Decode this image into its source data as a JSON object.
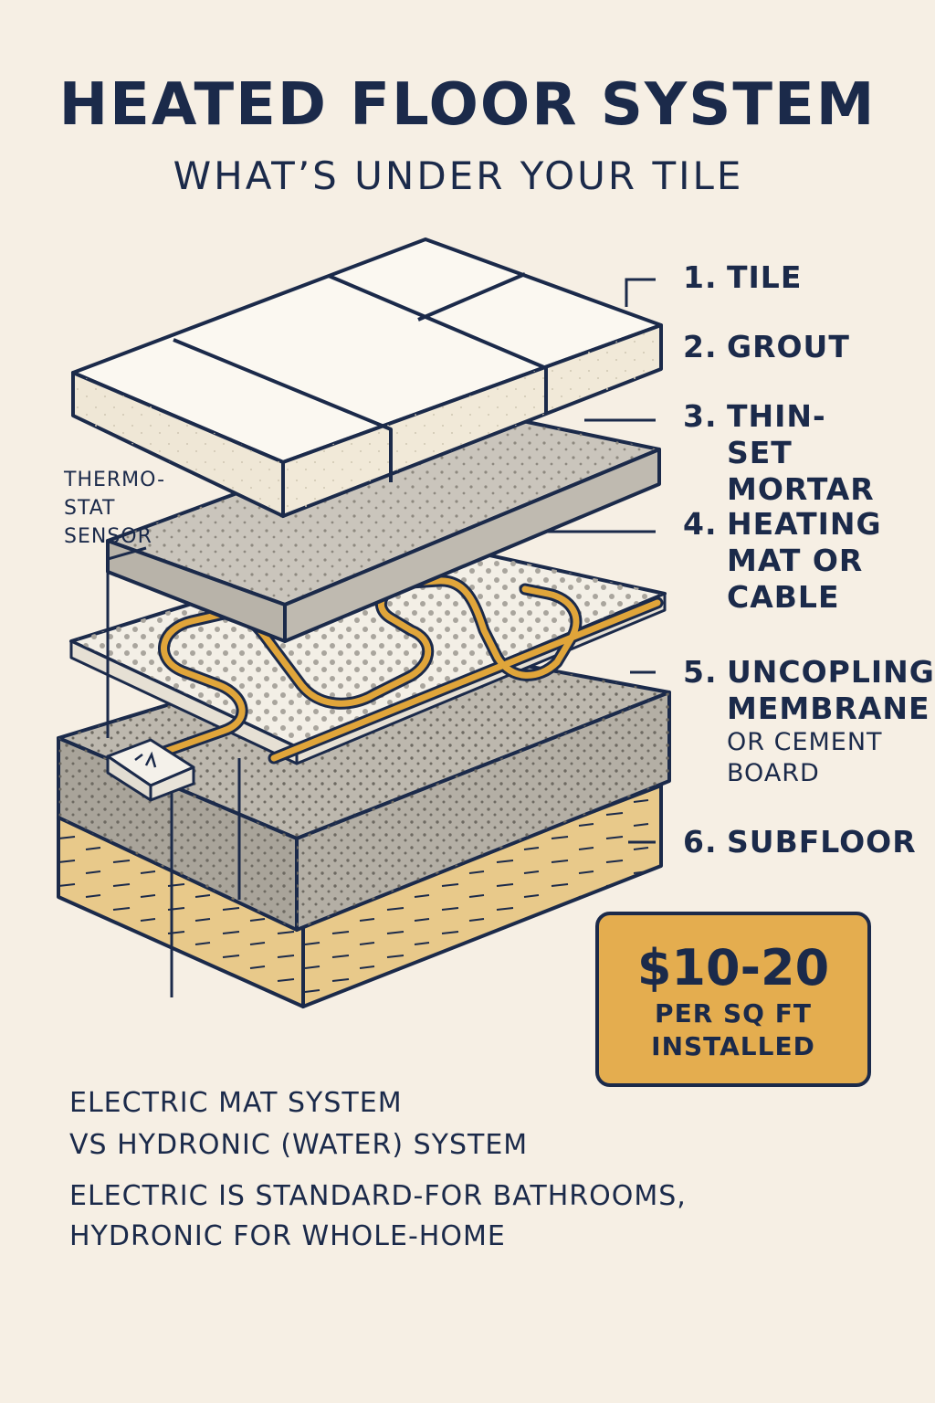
{
  "title": "HEATED FLOOR SYSTEM",
  "subtitle": "WHAT’S UNDER YOUR TILE",
  "layers": [
    {
      "number": "1.",
      "label": "TILE",
      "sub": ""
    },
    {
      "number": "2.",
      "label": "GROUT",
      "sub": ""
    },
    {
      "number": "3.",
      "label": "THIN-SET\nMORTAR",
      "sub": ""
    },
    {
      "number": "4.",
      "label": "HEATING\nMAT OR\nCABLE",
      "sub": ""
    },
    {
      "number": "5.",
      "label": "UNCOPLING\nMEMBRANE",
      "sub": "OR CEMENT\nBOARD"
    },
    {
      "number": "6.",
      "label": "SUBFLOOR",
      "sub": ""
    }
  ],
  "sensor_label": "THERMO-\nSTAT\nSENSOR",
  "thermostat_icon": "thermostat-sensor-icon",
  "price": {
    "amount": "$10-20",
    "unit_line1": "PER SQ FT",
    "unit_line2": "INSTALLED"
  },
  "notes": {
    "line1": "ELECTRIC MAT SYSTEM",
    "line2": "VS HYDRONIC (WATER) SYSTEM",
    "line3": "ELECTRIC IS STANDARD-FOR BATHROOMS,",
    "line4": "HYDRONIC FOR WHOLE-HOME"
  },
  "colors": {
    "background": "#f6efe4",
    "ink": "#1b2a4a",
    "tile": "#fbf8f1",
    "mortar": "#c8c3ba",
    "cable": "#e0a53a",
    "membrane": "#b9b4aa",
    "subfloor_top": "#2f4466",
    "subfloor_side": "#e8c98a",
    "price_box": "#e4ad4f"
  }
}
